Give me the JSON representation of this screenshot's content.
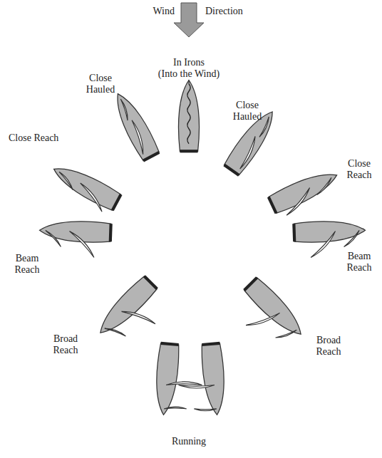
{
  "diagram": {
    "labels": [
      "Wind",
      "Direction",
      "In Irons",
      "(Into the Wind)",
      "Close Hauled",
      "Close Hauled",
      "Close Reach",
      "Close Reach",
      "Beam Reach",
      "Beam Reach",
      "Broad Reach",
      "Broad Reach",
      "Running"
    ]
  }
}
